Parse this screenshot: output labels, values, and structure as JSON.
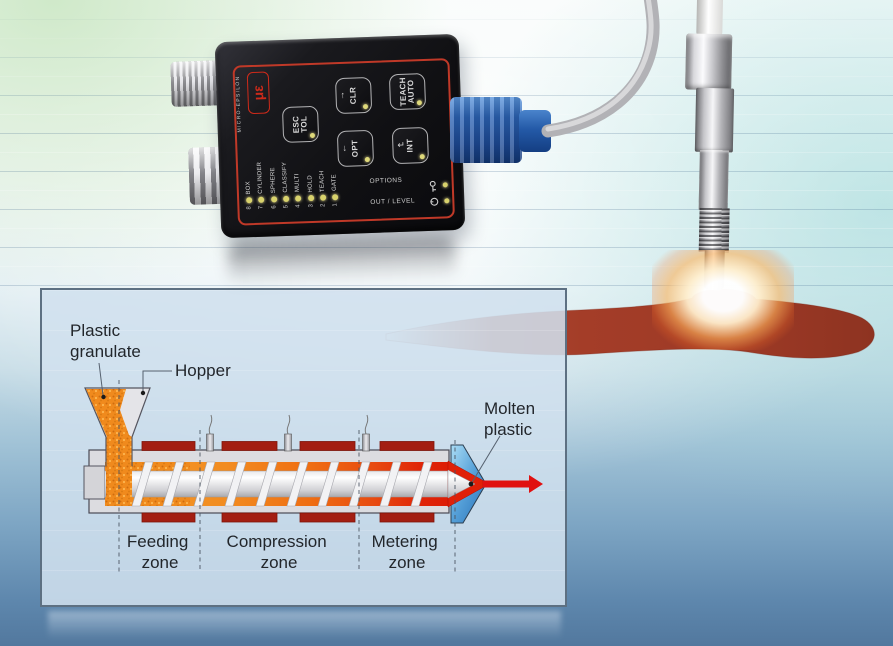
{
  "controller": {
    "brand": "MICRO-EPSILON",
    "logo_glyph": "με",
    "buttons": {
      "clr": {
        "label": "CLR",
        "arrow": "↑"
      },
      "teach": {
        "line1": "TEACH",
        "line2": "AUTO"
      },
      "esc": {
        "line1": "ESC",
        "line2": "TOL"
      },
      "opt": {
        "label": "OPT",
        "arrow": "↓"
      },
      "int": {
        "label": "INT",
        "arrow": "↵"
      }
    },
    "channels": [
      {
        "num": "8",
        "label": "BOX"
      },
      {
        "num": "7",
        "label": "CYLINDER"
      },
      {
        "num": "6",
        "label": "SPHERE"
      },
      {
        "num": "5",
        "label": "CLASSIFY"
      },
      {
        "num": "4",
        "label": "MULTI"
      },
      {
        "num": "3",
        "label": "HOLD"
      },
      {
        "num": "2",
        "label": "TEACH"
      },
      {
        "num": "1",
        "label": "GATE"
      }
    ],
    "options_label": "OPTIONS",
    "out_level_label": "OUT / LEVEL"
  },
  "diagram": {
    "plastic_granulate": {
      "line1": "Plastic",
      "line2": "granulate"
    },
    "hopper_label": "Hopper",
    "molten_plastic": {
      "line1": "Molten",
      "line2": "plastic"
    },
    "zones": [
      {
        "line1": "Feeding",
        "line2": "zone"
      },
      {
        "line1": "Compression",
        "line2": "zone"
      },
      {
        "line1": "Metering",
        "line2": "zone"
      }
    ]
  },
  "colors": {
    "device_accent_red": "#c03928",
    "led_yellow": "#d8d26c",
    "heater_band_red": "#a31e12",
    "granulate_orange": "#f08a1d",
    "molten_red": "#e02008",
    "die_blue": "#58a6dc",
    "strand_red": "#a84430"
  }
}
